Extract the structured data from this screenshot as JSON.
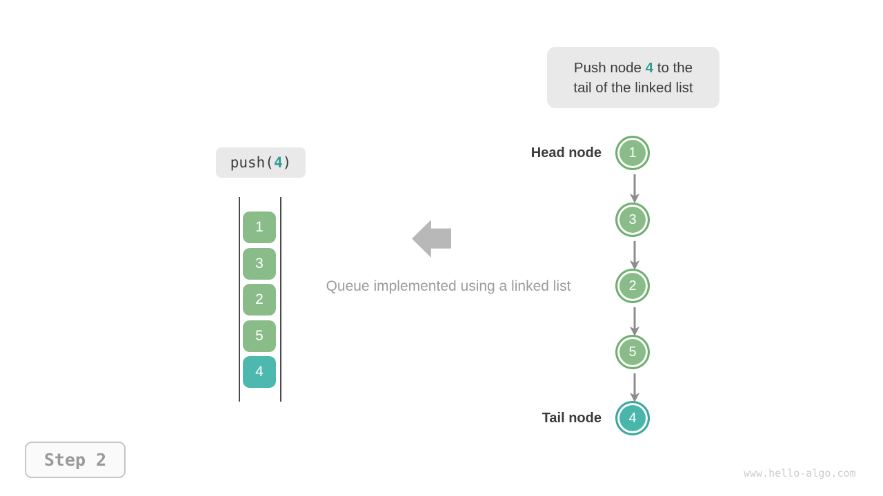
{
  "colors": {
    "accent": "#2f9c92",
    "stack_green": "#8abc8a",
    "stack_teal": "#4db8ae",
    "node_green_fill": "#8abc8a",
    "node_green_border": "#6fb06f",
    "node_teal_fill": "#49b6ac",
    "node_teal_border": "#3aa89d"
  },
  "callout": {
    "line1_prefix": "Push node ",
    "line1_highlight": "4",
    "line1_suffix": " to the",
    "line2": "tail of the linked list"
  },
  "operation": {
    "prefix": "push(",
    "arg": "4",
    "suffix": ")"
  },
  "stack": {
    "items": [
      {
        "value": "1",
        "color": "#8abc8a"
      },
      {
        "value": "3",
        "color": "#8abc8a"
      },
      {
        "value": "2",
        "color": "#8abc8a"
      },
      {
        "value": "5",
        "color": "#8abc8a"
      },
      {
        "value": "4",
        "color": "#4db8ae"
      }
    ]
  },
  "caption": "Queue implemented using a linked list",
  "linked_list": {
    "head_label": "Head node",
    "tail_label": "Tail node",
    "nodes": [
      {
        "value": "1",
        "fill": "#8abc8a",
        "border": "#6fb06f"
      },
      {
        "value": "3",
        "fill": "#8abc8a",
        "border": "#6fb06f"
      },
      {
        "value": "2",
        "fill": "#8abc8a",
        "border": "#6fb06f"
      },
      {
        "value": "5",
        "fill": "#8abc8a",
        "border": "#6fb06f"
      },
      {
        "value": "4",
        "fill": "#49b6ac",
        "border": "#3aa89d"
      }
    ]
  },
  "step": {
    "label": "Step 2"
  },
  "watermark": "www.hello-algo.com"
}
